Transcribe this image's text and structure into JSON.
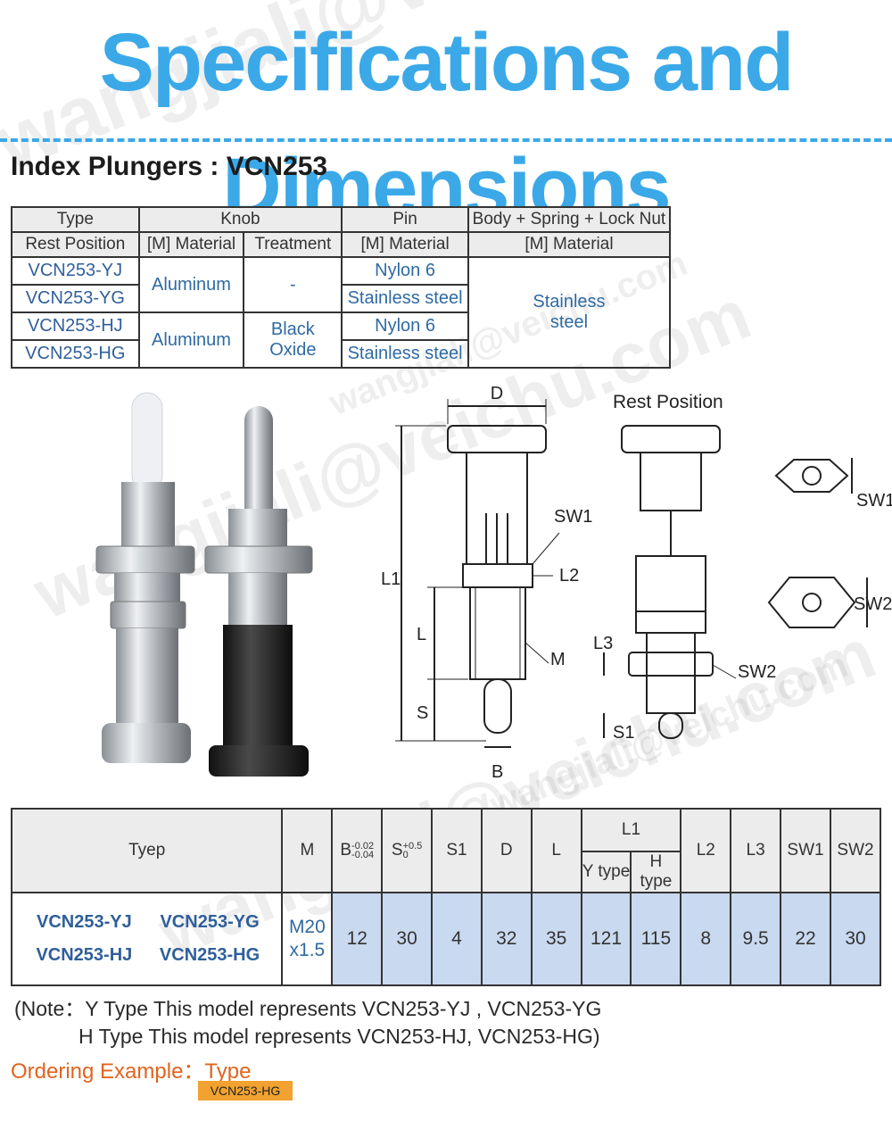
{
  "header": {
    "title": "Specifications and Dimensions",
    "subtitle": "Index Plungers : VCN253",
    "accent_color": "#3ba9e8"
  },
  "spec_table": {
    "head1": [
      "Type",
      "Knob",
      "Pin",
      "Body + Spring + Lock Nut"
    ],
    "head2": [
      "Rest Position",
      "[M] Material",
      "Treatment",
      "[M] Material",
      "[M] Material"
    ],
    "rows": [
      {
        "code": "VCN253-YJ",
        "pin": "Nylon 6"
      },
      {
        "code": "VCN253-YG",
        "pin": "Stainless steel"
      },
      {
        "code": "VCN253-HJ",
        "pin": "Nylon 6"
      },
      {
        "code": "VCN253-HG",
        "pin": "Stainless steel"
      }
    ],
    "knob_material_y": "Aluminum",
    "knob_material_h": "Aluminum",
    "treatment_y": "-",
    "treatment_h_line1": "Black",
    "treatment_h_line2": "Oxide",
    "body_material_line1": "Stainless",
    "body_material_line2": "steel"
  },
  "drawing": {
    "rest_position_label": "Rest Position",
    "labels": {
      "D": "D",
      "L1": "L1",
      "L": "L",
      "S": "S",
      "B": "B",
      "M": "M",
      "SW1": "SW1",
      "L2": "L2",
      "L3": "L3",
      "SW2": "SW2",
      "S1": "S1",
      "SW1_side": "SW1",
      "SW2_side": "SW2"
    }
  },
  "dims_table": {
    "headers": {
      "type": "Tyep",
      "M": "M",
      "B": "B",
      "B_tol_upper": "-0.02",
      "B_tol_lower": "-0.04",
      "S": "S",
      "S_tol_upper": "+0.5",
      "S_tol_lower": "0",
      "S1": "S1",
      "D": "D",
      "L": "L",
      "L1": "L1",
      "L1_y": "Y type",
      "L1_h": "H type",
      "L2": "L2",
      "L3": "L3",
      "SW1": "SW1",
      "SW2": "SW2"
    },
    "codes": [
      "VCN253-YJ",
      "VCN253-YG",
      "VCN253-HJ",
      "VCN253-HG"
    ],
    "M_line1": "M20",
    "M_line2": "x1.5",
    "values": {
      "B": "12",
      "S": "30",
      "S1": "4",
      "D": "32",
      "L": "35",
      "L1_y": "121",
      "L1_h": "115",
      "L2": "8",
      "L3": "9.5",
      "SW1": "22",
      "SW2": "30"
    }
  },
  "note": {
    "line1": "(Note：Y Type This model represents VCN253-YJ , VCN253-YG",
    "line2": "H Type This model represents VCN253-HJ, VCN253-HG)"
  },
  "ordering": {
    "label": "Ordering Example：Type",
    "example": "VCN253-HG"
  },
  "watermark": "wangjiali@veichu.com"
}
